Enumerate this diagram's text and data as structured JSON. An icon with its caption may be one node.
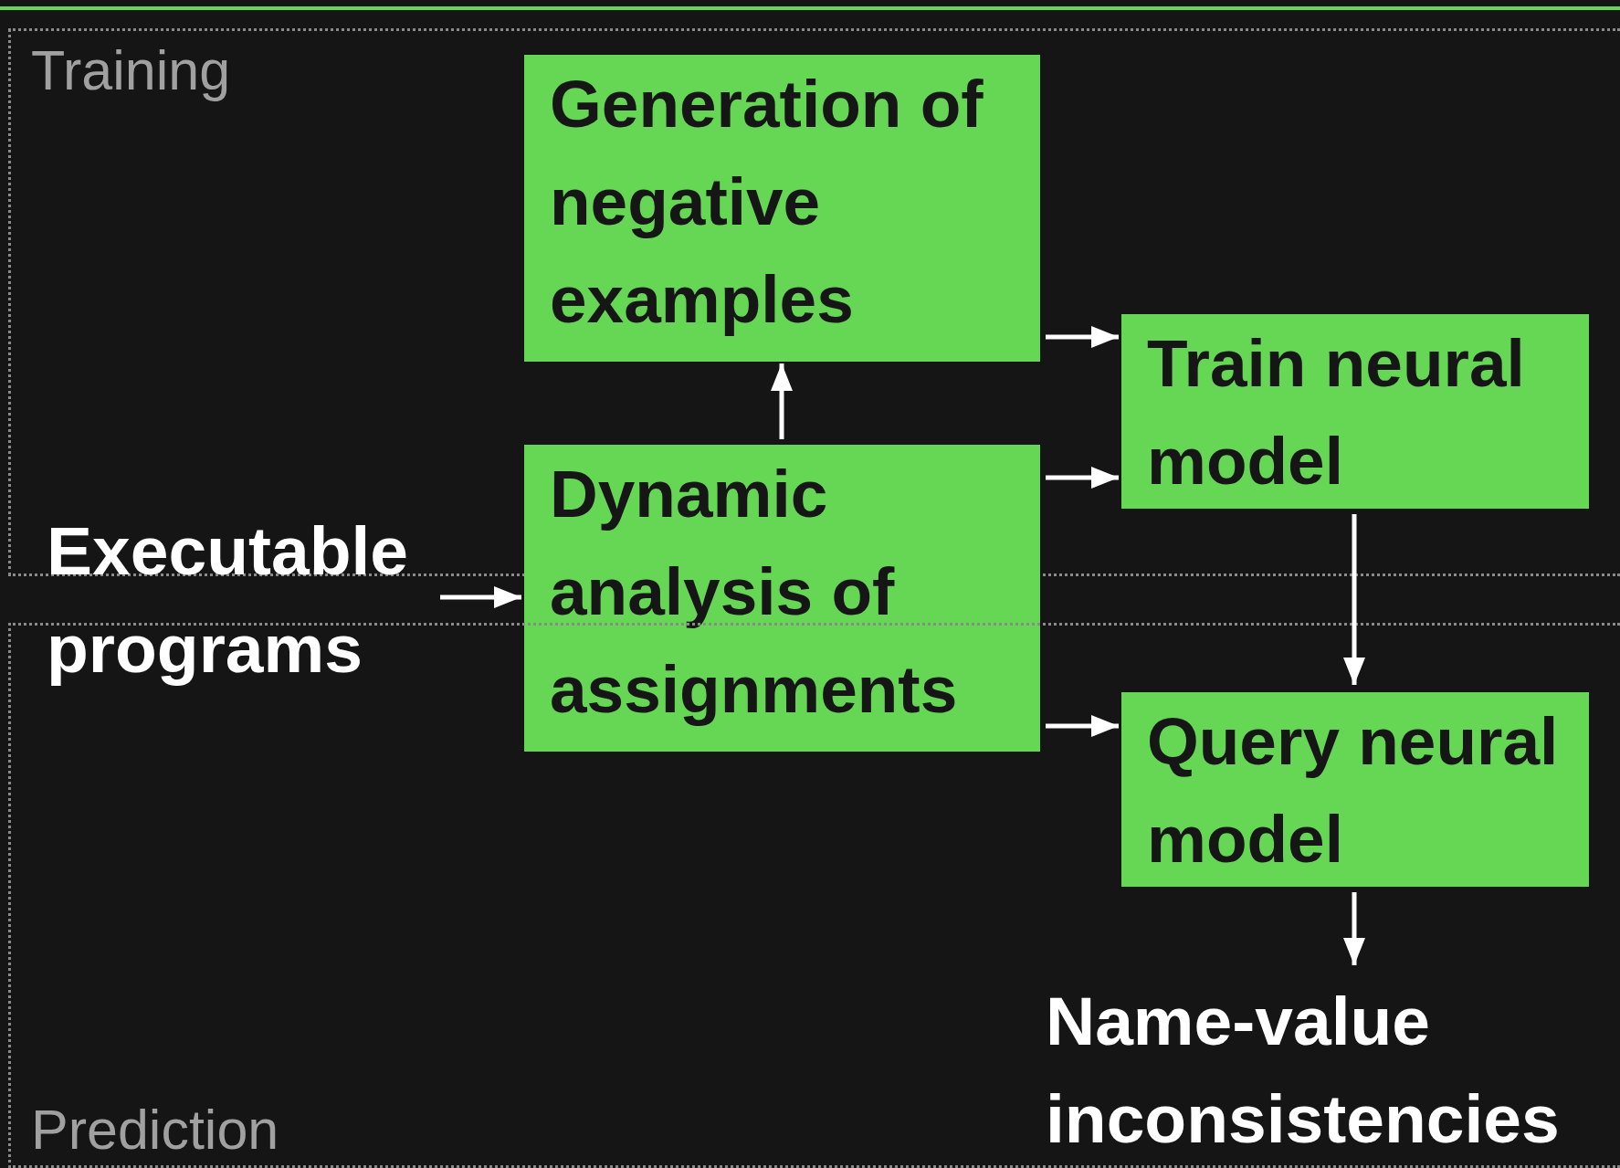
{
  "diagram": {
    "nodes": [
      {
        "text": [
          "Training"
        ]
      },
      {
        "text": [
          "Generation of negative examples"
        ],
        "in": 0
      },
      {
        "text": [
          "Train neural model"
        ],
        "in": 0
      },
      {
        "text": [
          "Executable programs"
        ]
      },
      {
        "text": [
          "Dynamic analysis of assignments"
        ]
      },
      {
        "text": [
          "Prediction"
        ]
      },
      {
        "text": [
          "Query neural model"
        ],
        "in": 5
      },
      {
        "text": [
          "Name-value inconsistencies"
        ],
        "in": 5
      }
    ],
    "edges": [
      {
        "from": 3,
        "to": 4,
        "arrow": "to"
      },
      {
        "from": 4,
        "to": 1,
        "arrow": "to"
      },
      {
        "from": 1,
        "to": 2,
        "arrow": "to"
      },
      {
        "from": 4,
        "to": 2,
        "arrow": "to"
      },
      {
        "from": 4,
        "to": 6,
        "arrow": "to"
      },
      {
        "from": 2,
        "to": 6,
        "arrow": "to"
      },
      {
        "from": 6,
        "to": 7,
        "arrow": "to"
      }
    ]
  }
}
